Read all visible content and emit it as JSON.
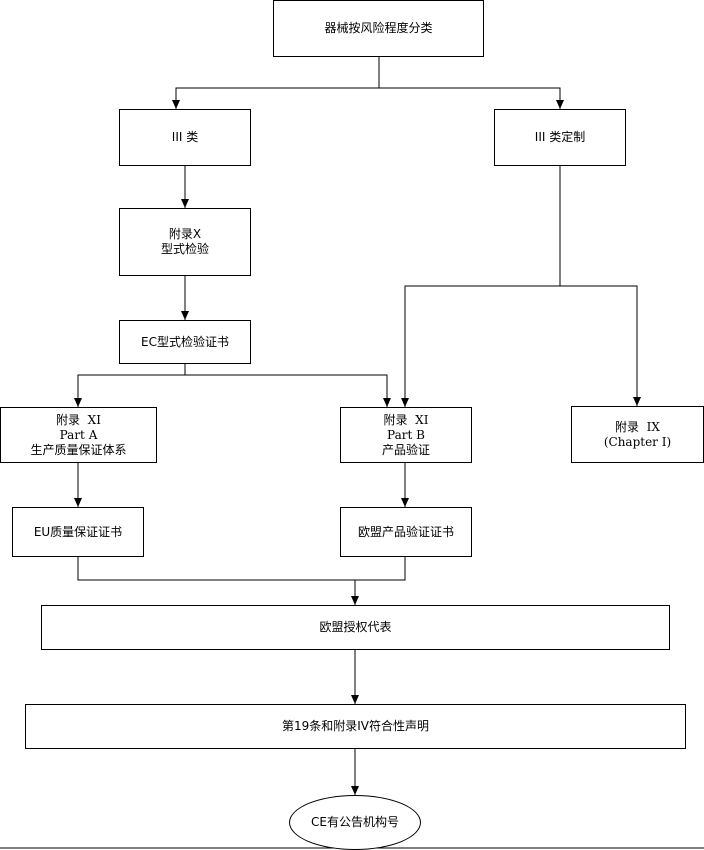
{
  "nodes": {
    "root": [
      "器械按风险程度分类"
    ],
    "class3": [
      "III 类"
    ],
    "class3_custom": [
      "III 类定制"
    ],
    "annex_x": [
      "附录X",
      "型式检验"
    ],
    "ec_type_cert": [
      "EC型式检验证书"
    ],
    "annex_xi_a": [
      "附录  XI",
      "Part A",
      "生产质量保证体系"
    ],
    "annex_xi_b": [
      "附录  XI",
      "Part B",
      "产品验证"
    ],
    "annex_ix": [
      "附录  IX",
      "(Chapter I)"
    ],
    "eu_qa_cert": [
      "EU质量保证证书"
    ],
    "eu_product_cert": [
      "欧盟产品验证证书"
    ],
    "eu_rep": [
      "欧盟授权代表"
    ],
    "declaration": [
      "第19条和附录IV符合性声明"
    ],
    "ce_mark": [
      "CE有公告机构号"
    ]
  }
}
